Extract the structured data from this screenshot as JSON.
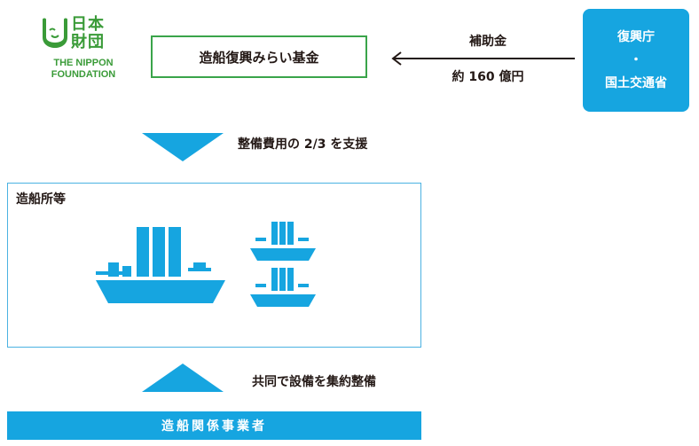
{
  "logo": {
    "kanji_line1": "日本",
    "kanji_line2": "財団",
    "en_line1": "THE NIPPON",
    "en_line2": "FOUNDATION"
  },
  "fund": {
    "label": "造船復興みらい基金"
  },
  "subsidy": {
    "label": "補助金",
    "amount": "約 160 億円"
  },
  "government": {
    "line1": "復興庁",
    "separator": "・",
    "line2": "国土交通省"
  },
  "support": {
    "text": "整備費用の 2/3 を支援"
  },
  "shipyard": {
    "label": "造船所等"
  },
  "collaboration": {
    "text": "共同で設備を集約整備"
  },
  "operators": {
    "label": "造船関係事業者"
  },
  "colors": {
    "brand_green": "#3a9b38",
    "accent_blue": "#16a5e0",
    "box_border_green": "#3aa44a"
  },
  "icons": [
    "nippon-foundation-logo-icon",
    "arrow-left-icon",
    "down-triangle-icon",
    "up-triangle-icon",
    "large-ship-icon",
    "small-ship-icon"
  ]
}
